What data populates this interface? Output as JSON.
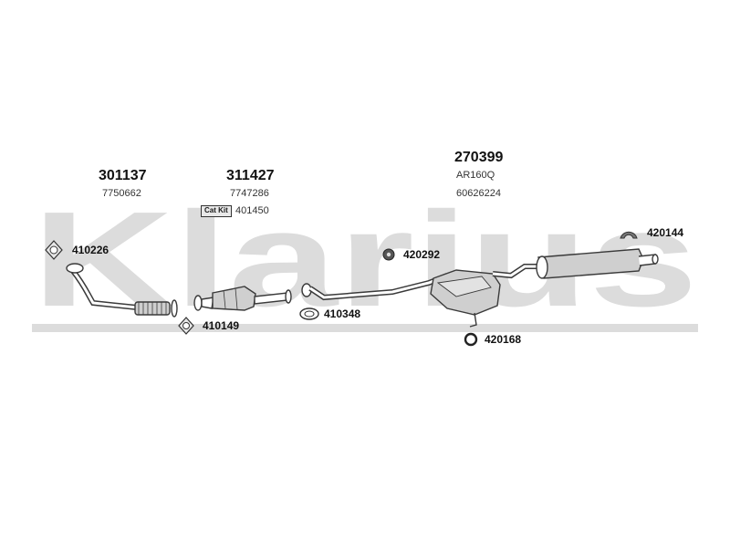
{
  "watermark": "Klarius",
  "colors": {
    "watermark": "#dcdcdc",
    "stroke": "#3a3a3a",
    "part_fill": "#cfcfcf"
  },
  "sections": [
    {
      "main": "301137",
      "subs": [
        "7750662"
      ]
    },
    {
      "main": "311427",
      "subs": [
        "7747286",
        "401450"
      ],
      "badge": "Cat Kit"
    },
    {
      "main": "270399",
      "subs": [
        "AR160Q",
        "60626224"
      ]
    }
  ],
  "fittings": [
    {
      "code": "410226",
      "icon": "gasket-icon"
    },
    {
      "code": "410149",
      "icon": "gasket-icon"
    },
    {
      "code": "410348",
      "icon": "mounting-ring-icon"
    },
    {
      "code": "420292",
      "icon": "rubber-mount-icon"
    },
    {
      "code": "420168",
      "icon": "o-ring-icon"
    },
    {
      "code": "420144",
      "icon": "hanger-icon"
    }
  ]
}
